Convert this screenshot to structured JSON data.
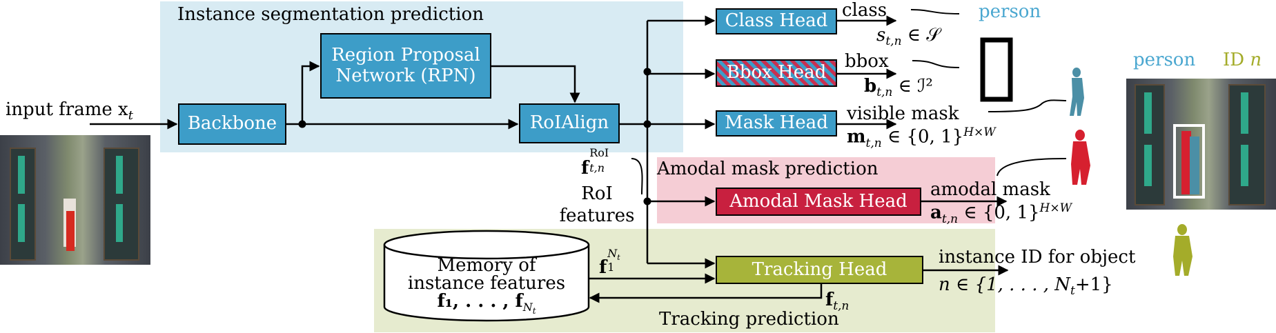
{
  "regions": {
    "instance_seg": "Instance segmentation prediction",
    "amodal": "Amodal mask prediction",
    "tracking": "Tracking prediction"
  },
  "input_label": "input frame x",
  "input_sub": "t",
  "blocks": {
    "backbone": "Backbone",
    "rpn_line1": "Region Proposal",
    "rpn_line2": "Network (RPN)",
    "roialign": "RoIAlign",
    "class_head": "Class Head",
    "bbox_head": "Bbox Head",
    "mask_head": "Mask Head",
    "amodal_head": "Amodal Mask Head",
    "tracking_head": "Tracking Head",
    "memory_line1": "Memory of",
    "memory_line2": "instance features",
    "memory_line3": "f₁, . . . , f"
  },
  "outputs": {
    "class": "class",
    "class_var": "s",
    "class_sub": "t,n",
    "class_set": "∈ 𝒮",
    "class_value": "person",
    "bbox": "bbox",
    "bbox_var": "b",
    "bbox_sub": "t,n",
    "bbox_set": "∈ ℐ²",
    "visible_mask": "visible mask",
    "mask_var": "m",
    "mask_sub": "t,n",
    "mask_set": "∈ {0, 1}",
    "mask_sup": "H×W",
    "amodal_mask": "amodal mask",
    "amodal_var": "a",
    "amodal_sub": "t,n",
    "amodal_set": "∈ {0, 1}",
    "amodal_sup": "H×W",
    "instance_id": "instance ID for object",
    "id_expr": "n ∈ {1, . . . , N",
    "id_expr_end": "+1}",
    "id_sub": "t"
  },
  "roi": {
    "var": "f",
    "sup": "RoI",
    "sub": "t,n",
    "line1": "RoI",
    "line2": "features"
  },
  "memory_feed": {
    "var": "f",
    "sub": "1",
    "sup": "N"
  },
  "track_out": {
    "var": "f",
    "sub": "t,n"
  },
  "result": {
    "person": "person",
    "id": "ID",
    "id_var": "n"
  },
  "colors": {
    "blue_box": "#3d9dc8",
    "seg_region": "#d8ebf3",
    "amodal_region": "#f5cdd5",
    "amodal_box": "#c8203f",
    "tracking_region": "#e6ebcf",
    "tracking_box": "#a7b43a",
    "bbox_hatch_red": "#c83050",
    "bbox_hatch_blue": "#3d9dc8",
    "person_blue": "#4aa7d0",
    "person_olive": "#a4ac2a"
  }
}
